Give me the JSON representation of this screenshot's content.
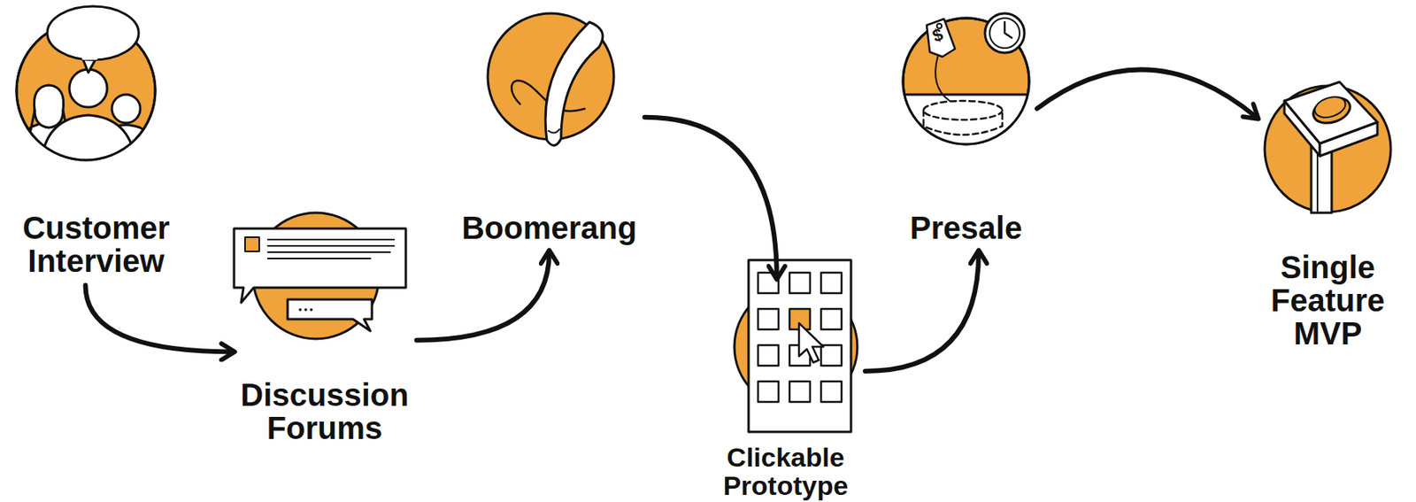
{
  "diagram": {
    "nodes": [
      {
        "text": [
          "Customer Interview"
        ]
      },
      {
        "text": [
          "Discussion Forums"
        ]
      },
      {
        "text": [
          "Boomerang"
        ]
      },
      {
        "text": [
          "Clickable Prototype"
        ]
      },
      {
        "text": [
          "Presale"
        ]
      },
      {
        "text": [
          "Single Feature MVP"
        ]
      }
    ],
    "edges": [
      {
        "from": 0,
        "to": 1,
        "arrow": "to"
      },
      {
        "from": 1,
        "to": 2,
        "arrow": "to"
      },
      {
        "from": 2,
        "to": 3,
        "arrow": "to"
      },
      {
        "from": 3,
        "to": 4,
        "arrow": "to"
      },
      {
        "from": 4,
        "to": 5,
        "arrow": "to"
      }
    ],
    "labels": [
      "$"
    ]
  }
}
